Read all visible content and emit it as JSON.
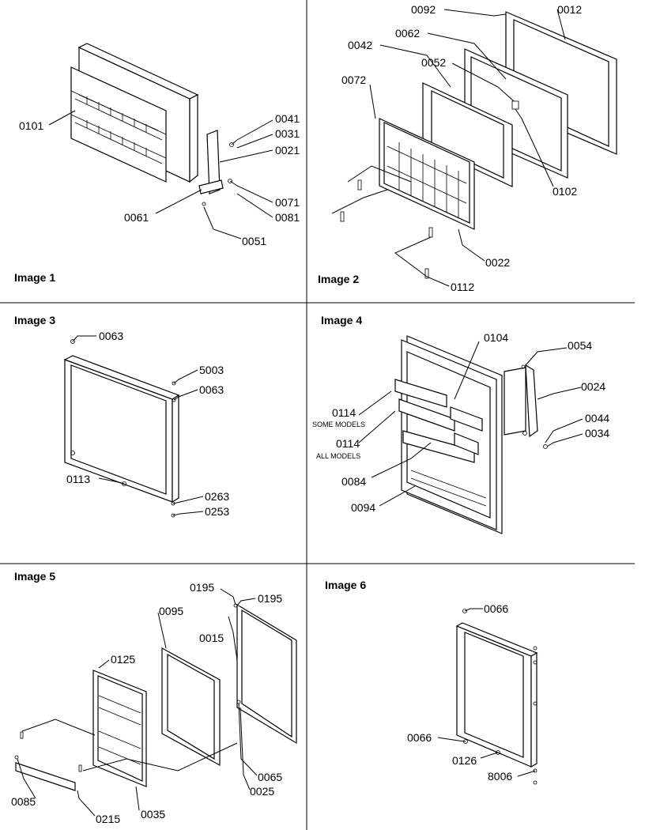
{
  "panels": [
    {
      "caption": "Image 1",
      "labels": [
        "0101",
        "0041",
        "0031",
        "0021",
        "0071",
        "0081",
        "0061",
        "0051"
      ]
    },
    {
      "caption": "Image 2",
      "labels": [
        "0092",
        "0012",
        "0062",
        "0042",
        "0052",
        "0072",
        "0102",
        "0022",
        "0112"
      ]
    },
    {
      "caption": "Image 3",
      "labels": [
        "0063",
        "5003",
        "0063",
        "0113",
        "0263",
        "0253"
      ]
    },
    {
      "caption": "Image 4",
      "labels": [
        "0104",
        "0054",
        "0024",
        "0114",
        "0044",
        "0034",
        "0114",
        "0084",
        "0094"
      ],
      "notes": [
        "SOME MODELS",
        "ALL MODELS"
      ]
    },
    {
      "caption": "Image 5",
      "labels": [
        "0195",
        "0195",
        "0095",
        "0015",
        "0125",
        "0065",
        "0025",
        "0085",
        "0215",
        "0035"
      ]
    },
    {
      "caption": "Image 6",
      "labels": [
        "0066",
        "0066",
        "0126",
        "8006"
      ]
    }
  ]
}
